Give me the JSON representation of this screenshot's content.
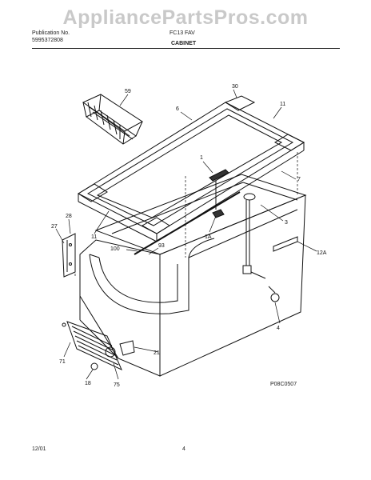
{
  "watermark": "AppliancePartsPros.com",
  "header": {
    "left_line1": "Publication No.",
    "left_line2": "5995372808",
    "model": "FC13 FAV",
    "section": "CABINET"
  },
  "parts": {
    "p30": "30",
    "p6": "6",
    "p11a": "11",
    "p59": "59",
    "p1": "1",
    "p7": "7",
    "p3": "3",
    "p28": "28",
    "p27": "27",
    "p11b": "11",
    "p1A": "1A",
    "p100": "100",
    "p93": "93",
    "p12A": "12A",
    "p4": "4",
    "p21": "21",
    "p71": "71",
    "p18": "18",
    "p75": "75"
  },
  "drawing_code": "P08C0507",
  "footer": {
    "date": "12/01",
    "page": "4"
  }
}
